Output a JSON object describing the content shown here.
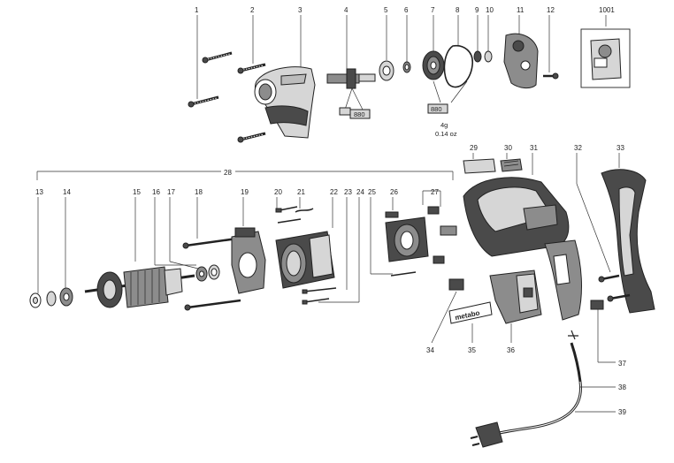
{
  "labels": {
    "p1": "1",
    "p2": "2",
    "p3": "3",
    "p4": "4",
    "p5": "5",
    "p6": "6",
    "p7": "7",
    "p8": "8",
    "p9": "9",
    "p10": "10",
    "p11": "11",
    "p12": "12",
    "p1001": "1001",
    "p13": "13",
    "p14": "14",
    "p15": "15",
    "p16": "16",
    "p17": "17",
    "p18": "18",
    "p19": "19",
    "p20": "20",
    "p21": "21",
    "p22": "22",
    "p23": "23",
    "p24": "24",
    "p25": "25",
    "p26": "26",
    "p27": "27",
    "p28": "28",
    "p29": "29",
    "p30": "30",
    "p31": "31",
    "p32": "32",
    "p33": "33",
    "p34": "34",
    "p35": "35",
    "p36": "36",
    "p37": "37",
    "p38": "38",
    "p39": "39"
  },
  "grease": {
    "tube_label": "880",
    "amount_g": "4g",
    "amount_oz": "0.14 oz"
  },
  "brand_plate": "metabo"
}
